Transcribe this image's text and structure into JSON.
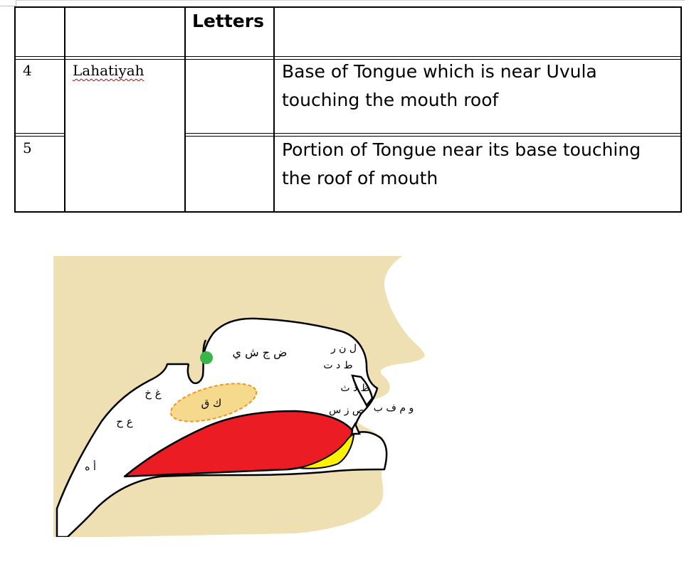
{
  "table": {
    "header": {
      "letters": "Letters"
    },
    "rows": [
      {
        "number": "4",
        "name": "Lahatiyah",
        "description_line1": "Base of Tongue which is near Uvula",
        "description_line2": "touching the mouth roof"
      },
      {
        "number": "5",
        "description_line1": "Portion of Tongue near its base touching",
        "description_line2": "the roof of mouth"
      }
    ]
  },
  "diagram": {
    "labels": {
      "roof": "ض ج ش ي",
      "lahatiyah": "ك ق",
      "upper_throat": "غ خ",
      "mid_throat": "ع ح",
      "deep_throat": "أ ه",
      "tip_top": "ل ن ر",
      "tip_mid": "ط د ت",
      "tip_low": "ظ ذ ث",
      "lips": "و م ف ب",
      "whistle": "ص ز س"
    },
    "colors": {
      "skin": "#efe0b4",
      "tongue": "#ec1c24",
      "tongue_tip": "#fff200",
      "highlight_fill": "#f5d98d",
      "highlight_border": "#f7941d",
      "dot": "#39b54a"
    }
  }
}
